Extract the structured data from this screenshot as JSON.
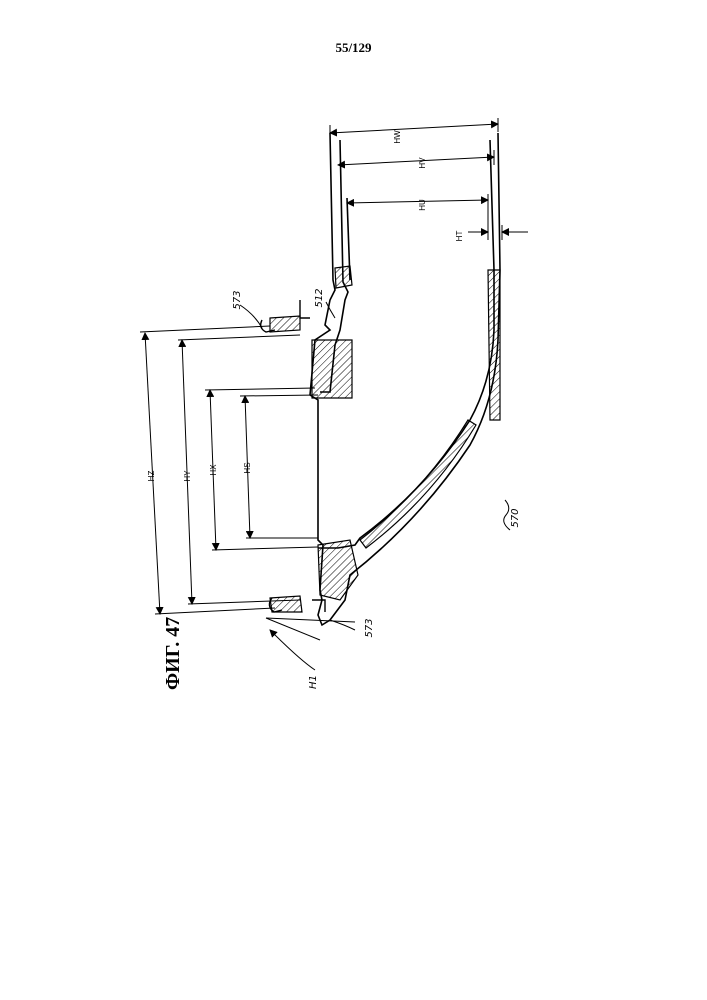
{
  "page_number": "55/129",
  "figure_caption": "ФИГ. 47",
  "dimensions": {
    "hw": "HW",
    "hv": "HV",
    "hu": "HU",
    "ht": "HT",
    "hz": "HZ",
    "hy": "HY",
    "hx": "HX",
    "hs": "HS",
    "h1": "H1"
  },
  "references": {
    "r573_top": "573",
    "r512": "512",
    "r573_bottom": "573",
    "r570": "570"
  }
}
